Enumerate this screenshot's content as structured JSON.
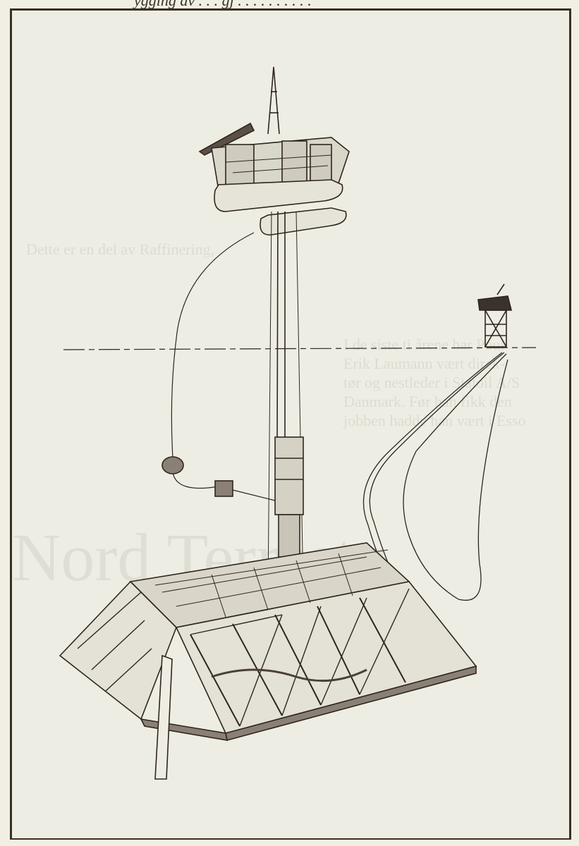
{
  "caption_fragment": "ygging av . . . gj . . . . . . . . . .",
  "show_through": {
    "lines": [
      "Dette er en del av Raffinering,",
      "I de siste ti årene har Poul",
      "Erik Laumann vært direk-",
      "tør og nestleder i Statoil A/S",
      "Danmark. Før han fikk den",
      "jobben hadde han vært i Esso"
    ],
    "headline": "Nord  Terrestu"
  },
  "colors": {
    "ink": "#2e261f",
    "paper": "#eeede3",
    "frame": "#3b2f25"
  }
}
